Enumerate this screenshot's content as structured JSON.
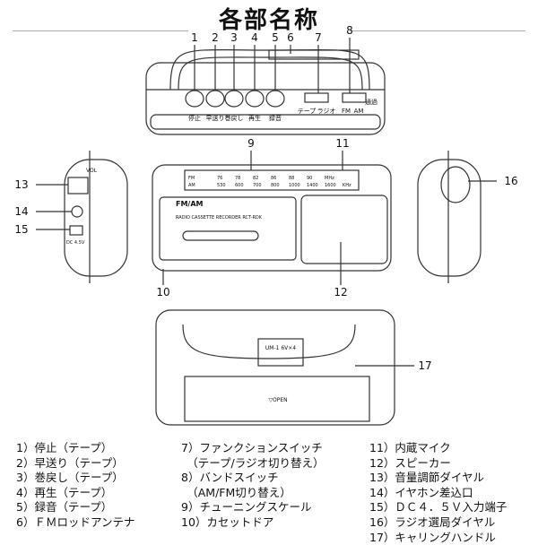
{
  "title": "各部名称",
  "top_view": {
    "numbers": [
      "1",
      "2",
      "3",
      "4",
      "5",
      "6",
      "7",
      "8"
    ],
    "button_labels": [
      "停止",
      "早送り",
      "巻戻し",
      "再生",
      "録音"
    ],
    "switch_labels": [
      "テープ",
      "ラジオ",
      "FM",
      "AM"
    ],
    "handle_label": "通過"
  },
  "front_view": {
    "numbers": [
      "9",
      "10",
      "11",
      "12"
    ],
    "badge": "FM/AM",
    "model_text": "RADIO CASSETTE RECORDER  RCT-RDK",
    "fm_label": "FM",
    "am_label": "AM",
    "fm_scale": [
      "76",
      "78",
      "82",
      "86",
      "88",
      "90",
      "MHz"
    ],
    "am_scale": [
      "530",
      "600",
      "700",
      "800",
      "1000",
      "1400",
      "1600",
      "KHz"
    ]
  },
  "side_left": {
    "numbers": [
      "13",
      "14",
      "15"
    ],
    "vol_label": "VOL",
    "jack_label": "DC 4.5V"
  },
  "side_right": {
    "numbers": [
      "16"
    ]
  },
  "back_view": {
    "numbers": [
      "17"
    ],
    "battery_label": "UM-1 6V×4",
    "open_label": "▽OPEN"
  },
  "legend": {
    "col1": [
      "1）停止（テープ）",
      "2）早送り（テープ）",
      "3）巻戻し（テープ）",
      "4）再生（テープ）",
      "5）録音（テープ）",
      "6）ＦＭロッドアンテナ"
    ],
    "col2": [
      "7）ファンクションスイッチ",
      "　（テープ/ラジオ切り替え）",
      "8）バンドスイッチ",
      "　（AM/FM切り替え）",
      "9）チューニングスケール",
      "10）カセットドア"
    ],
    "col3": [
      "11）内蔵マイク",
      "12）スピーカー",
      "13）音量調節ダイヤル",
      "14）イヤホン差込口",
      "15）ＤＣ４．５Ｖ入力端子",
      "16）ラジオ選局ダイヤル",
      "17）キャリングハンドル"
    ]
  }
}
